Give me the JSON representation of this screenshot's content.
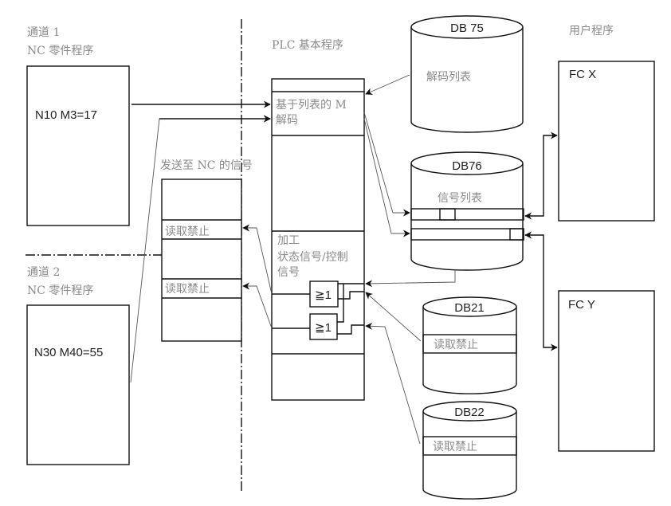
{
  "channel1": {
    "title": "通道 1",
    "subtitle": "NC 零件程序",
    "block": "N10 M3=17"
  },
  "channel2": {
    "title": "通道 2",
    "subtitle": "NC 零件程序",
    "block": "N30 M40=55"
  },
  "signals_to_nc": {
    "title": "发送至 NC 的信号",
    "rows": [
      "读取禁止",
      "读取禁止"
    ]
  },
  "plc": {
    "title": "PLC 基本程序",
    "decode_label_line1": "基于列表的 M",
    "decode_label_line2": "解码",
    "process_label_line1": "加工",
    "process_label_line2": "状态信号/控制",
    "process_label_line3": "信号",
    "or_gate_1": "≧1",
    "or_gate_2": "≧1"
  },
  "db75": {
    "name": "DB 75",
    "content": "解码列表"
  },
  "db76": {
    "name": "DB76",
    "content": "信号列表"
  },
  "db21": {
    "name": "DB21",
    "content": "读取禁止"
  },
  "db22": {
    "name": "DB22",
    "content": "读取禁止"
  },
  "user_program": {
    "title": "用户程序",
    "fcx": "FC X",
    "fcy": "FC Y"
  }
}
